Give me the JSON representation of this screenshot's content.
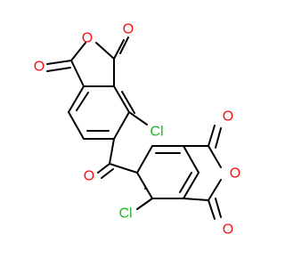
{
  "molecule": {
    "colors": {
      "carbon_bond": "#000000",
      "oxygen": "#ff0d0d",
      "chlorine": "#1fb81f"
    },
    "labels": {
      "o_top_carbonyl": "O",
      "o_top_ring": "O",
      "o_left_carbonyl": "O",
      "cl_upper": "Cl",
      "o_ketone": "O",
      "o_right_carbonyl": "O",
      "o_right_ring": "O",
      "cl_lower": "Cl",
      "o_bottom_carbonyl": "O"
    }
  }
}
